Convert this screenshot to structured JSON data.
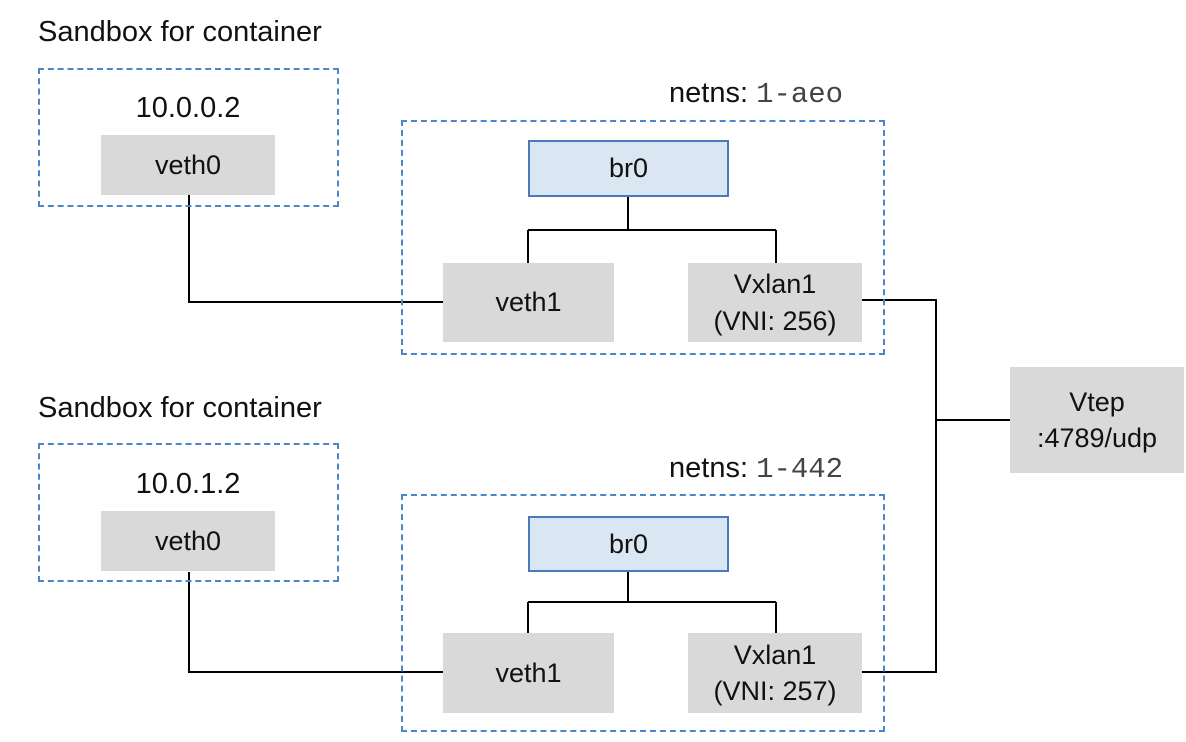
{
  "top": {
    "sandbox_title": "Sandbox for container",
    "ip": "10.0.0.2",
    "sandbox_iface": "veth0",
    "netns_label": "netns:",
    "netns_id": "1-aeo",
    "bridge": "br0",
    "veth": "veth1",
    "vxlan_name": "Vxlan1",
    "vxlan_vni": "(VNI: 256)"
  },
  "bottom": {
    "sandbox_title": "Sandbox for container",
    "ip": "10.0.1.2",
    "sandbox_iface": "veth0",
    "netns_label": "netns:",
    "netns_id": "1-442",
    "bridge": "br0",
    "veth": "veth1",
    "vxlan_name": "Vxlan1",
    "vxlan_vni": "(VNI: 257)"
  },
  "vtep": {
    "name": "Vtep",
    "port": ":4789/udp"
  },
  "colors": {
    "dashed_border": "#4a86c8",
    "interface_fill": "#d9d9d9",
    "bridge_fill": "#dbe6f3",
    "bridge_border": "#4a7ab8",
    "wire": "#000000"
  }
}
